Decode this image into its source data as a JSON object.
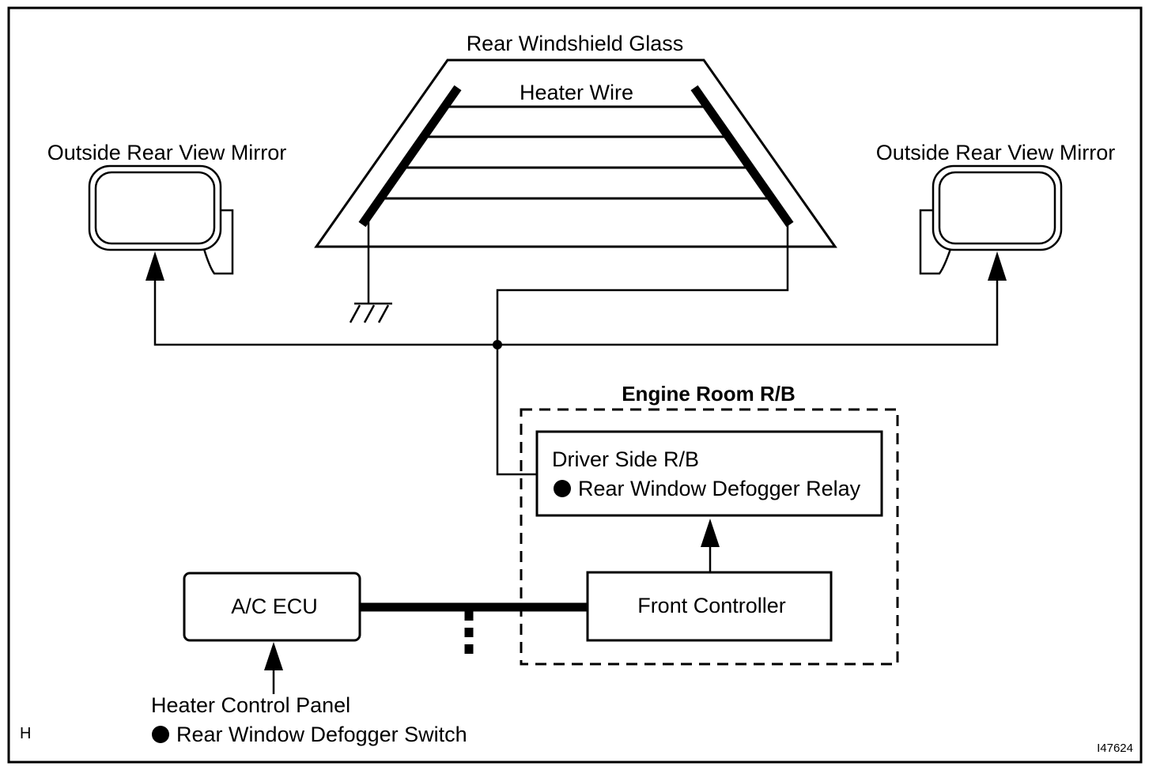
{
  "labels": {
    "rear_windshield_glass": "Rear Windshield Glass",
    "heater_wire": "Heater Wire",
    "mirror_left": "Outside Rear View Mirror",
    "mirror_right": "Outside Rear View Mirror",
    "engine_room_rb": "Engine Room R/B",
    "driver_side_rb": "Driver Side R/B",
    "rear_window_defogger_relay": "Rear Window Defogger Relay",
    "ac_ecu": "A/C ECU",
    "front_controller": "Front Controller",
    "heater_control_panel": "Heater Control Panel",
    "rear_window_defogger_switch": "Rear Window Defogger Switch",
    "corner_code": "H",
    "figure_id": "I47624"
  },
  "colors": {
    "line": "#000000",
    "background": "#ffffff"
  }
}
